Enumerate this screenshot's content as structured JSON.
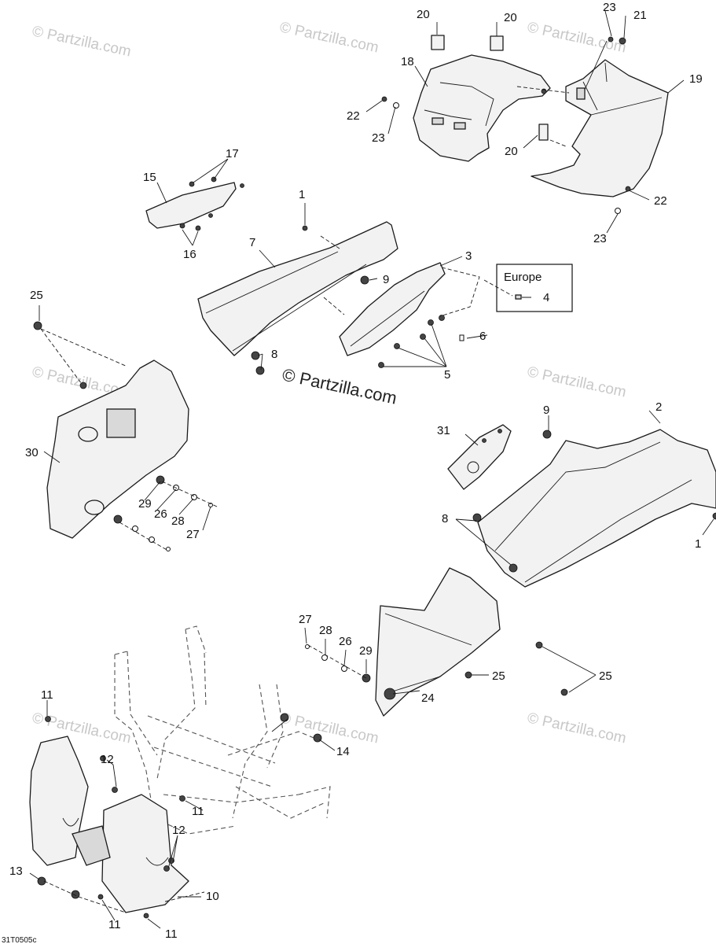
{
  "watermark": {
    "text": "© Partzilla.com",
    "center_text": "© Partzilla.com"
  },
  "region_box": {
    "label": "Europe"
  },
  "drawing_code": "31T0505c",
  "callouts": {
    "c1a": "1",
    "c1b": "1",
    "c2": "2",
    "c3": "3",
    "c4": "4",
    "c5": "5",
    "c6": "6",
    "c7": "7",
    "c8a": "8",
    "c8b": "8",
    "c9a": "9",
    "c9b": "9",
    "c10": "10",
    "c11a": "11",
    "c11b": "11",
    "c11c": "11",
    "c11d": "11",
    "c12a": "12",
    "c12b": "12",
    "c13": "13",
    "c14": "14",
    "c15": "15",
    "c16": "16",
    "c17": "17",
    "c18": "18",
    "c19": "19",
    "c20a": "20",
    "c20b": "20",
    "c20c": "20",
    "c21": "21",
    "c22a": "22",
    "c22b": "22",
    "c23a": "23",
    "c23b": "23",
    "c23c": "23",
    "c24": "24",
    "c25a": "25",
    "c25b": "25",
    "c25c": "25",
    "c26a": "26",
    "c26b": "26",
    "c27a": "27",
    "c27b": "27",
    "c28a": "28",
    "c28b": "28",
    "c29a": "29",
    "c29b": "29",
    "c30": "30",
    "c31": "31"
  }
}
